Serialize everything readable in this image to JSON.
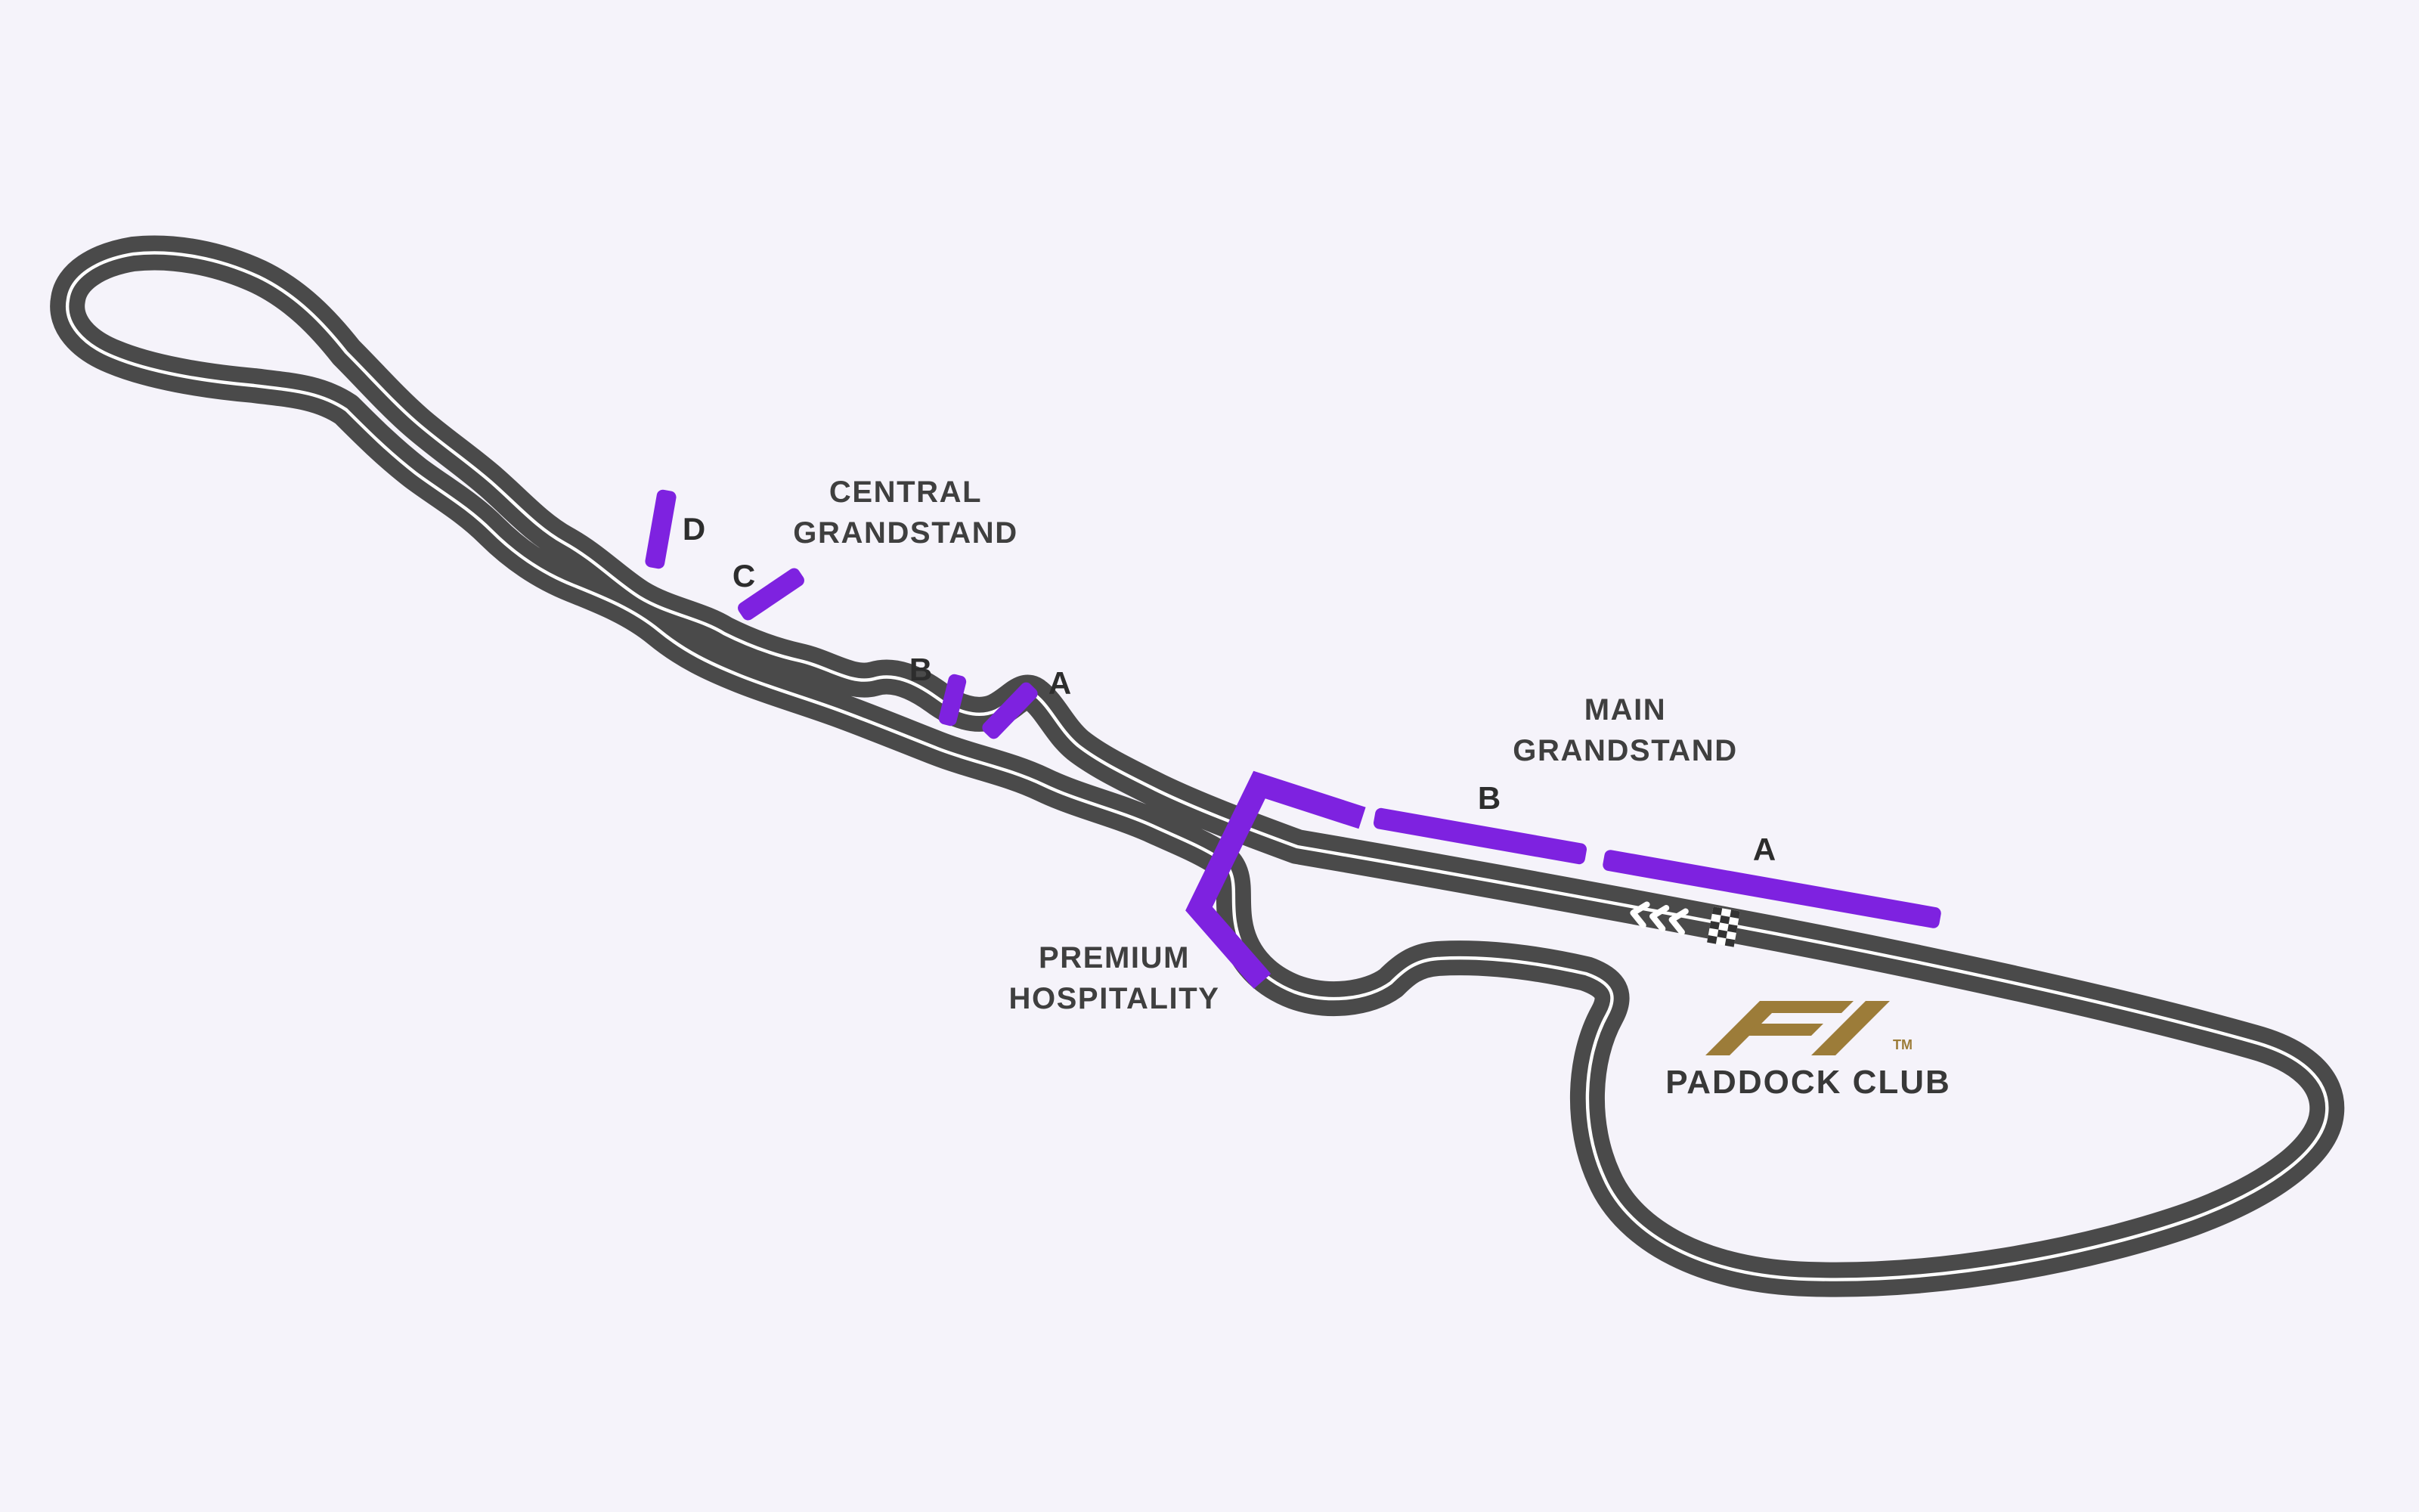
{
  "colors": {
    "background": "#f5f3fa",
    "track": "#4a4a4a",
    "track_centerline": "#ffffff",
    "grandstand_accent": "#7e22e0",
    "paddock_gold": "#9c7c39",
    "label_text": "#3f3f3f"
  },
  "map": {
    "central_grandstand": {
      "title_line1": "CENTRAL",
      "title_line2": "GRANDSTAND",
      "stands": [
        {
          "label": "D"
        },
        {
          "label": "C"
        },
        {
          "label": "B"
        },
        {
          "label": "A"
        }
      ]
    },
    "main_grandstand": {
      "title_line1": "MAIN",
      "title_line2": "GRANDSTAND",
      "stands": [
        {
          "label": "B"
        },
        {
          "label": "A"
        }
      ]
    },
    "premium_hospitality": {
      "title_line1": "PREMIUM",
      "title_line2": "HOSPITALITY"
    },
    "paddock_club": {
      "logo": "F1",
      "trademark": "TM",
      "title": "PADDOCK CLUB"
    }
  }
}
